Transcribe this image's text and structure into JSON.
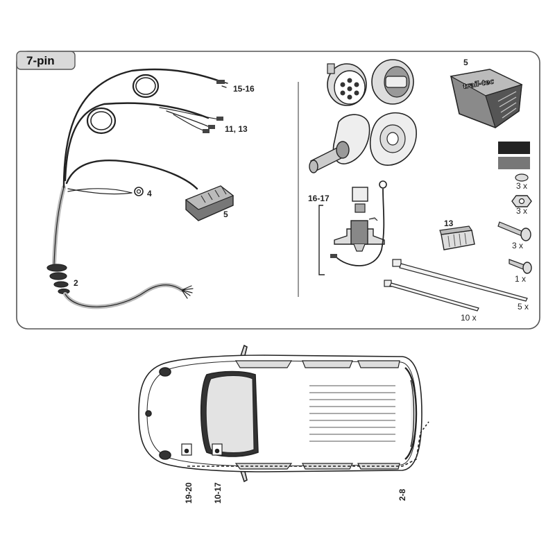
{
  "kit": {
    "title": "7-pin"
  },
  "harness": {
    "label_15_16": "15-16",
    "label_11_13": "11, 13",
    "label_4": "4",
    "label_5": "5",
    "label_2": "2"
  },
  "parts": {
    "module_label": "5",
    "module_logo": "trail-tec",
    "label_16_17": "16-17",
    "label_13": "13",
    "qty_pads": "3 x",
    "qty_nuts": "3 x",
    "qty_bolts": "3 x",
    "qty_screws": "1 x",
    "qty_ties_long": "5 x",
    "qty_ties_short": "10 x"
  },
  "vehicle": {
    "loc_19_20": "19-20",
    "loc_10_17": "10-17",
    "loc_2_8": "2-8"
  },
  "colors": {
    "line": "#222222",
    "panel_border": "#555555",
    "tab_bg": "#d9d9d9",
    "module_body": "#8a8a8a",
    "window_gray": "#e3e3e3"
  }
}
